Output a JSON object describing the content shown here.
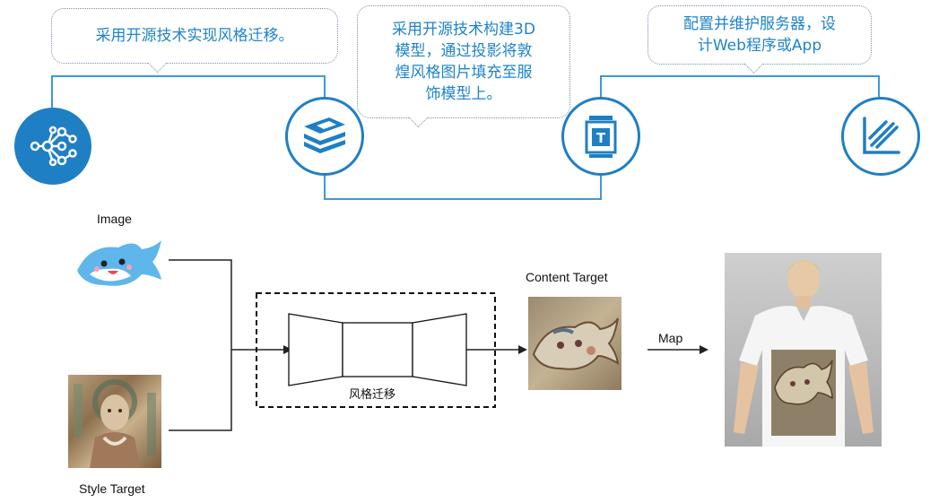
{
  "bubbles": {
    "style_transfer": "采用开源技术实现风格迁移。",
    "model_3d_line1": "采用开源技术构建3D",
    "model_3d_line2": "模型，通过投影将敦",
    "model_3d_line3": "煌风格图片填充至服",
    "model_3d_line4": "饰模型上。",
    "server_line1": "配置并维护服务器，设",
    "server_line2": "计Web程序或App"
  },
  "icons": [
    "network-node-icon",
    "stacked-layers-icon",
    "text-box-icon",
    "chart-axis-icon"
  ],
  "diagram": {
    "image_label": "Image",
    "style_label": "Style Target",
    "content_label": "Content Target",
    "transfer_label": "风格迁移",
    "map_label": "Map"
  },
  "colors": {
    "accent_blue": "#1f83c9",
    "line_blue": "#3a9ad9",
    "dotted_border": "#7b8fb0"
  }
}
